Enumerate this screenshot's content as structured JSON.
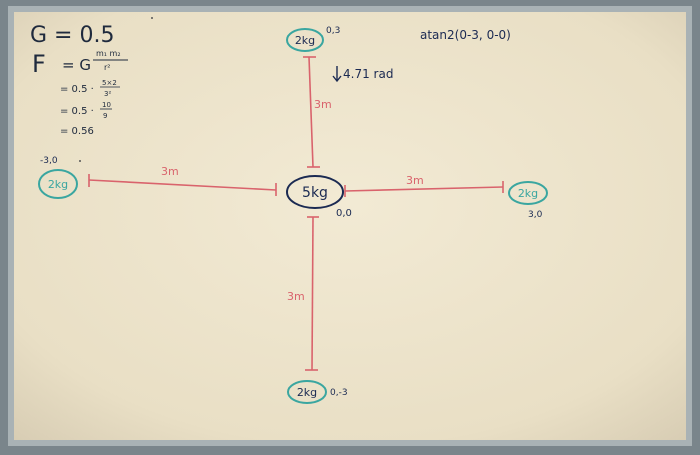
{
  "equations": {
    "g_line": "G = 0.5",
    "f_label": "F",
    "f_formula": "= G",
    "frac_num": "m₁ m₂",
    "frac_den": "r²",
    "step1": "= 0.5 · ",
    "step1_num": "5×2",
    "step1_den": "3²",
    "step2": "= 0.5 ·",
    "step2_num": "10",
    "step2_den": "9",
    "step3": "= 0.56"
  },
  "atan_text": "atan2(0-3, 0-0)",
  "angle_text": "4.71 rad",
  "masses": {
    "center": {
      "label": "5kg",
      "coord": "0,0"
    },
    "top": {
      "label": "2kg",
      "coord": "0,3"
    },
    "left": {
      "label": "2kg",
      "coord": "-3,0"
    },
    "right": {
      "label": "2kg",
      "coord": "3,0"
    },
    "bottom": {
      "label": "2kg",
      "coord": "0,-3"
    }
  },
  "distances": {
    "top": "3m",
    "left": "3m",
    "right": "3m",
    "bottom": "3m"
  },
  "colors": {
    "board": "#efe6cf",
    "ink_black": "#1f2a3d",
    "ink_navy": "#1b2a52",
    "ink_red": "#d9636c",
    "ink_teal": "#3aa6a0"
  }
}
